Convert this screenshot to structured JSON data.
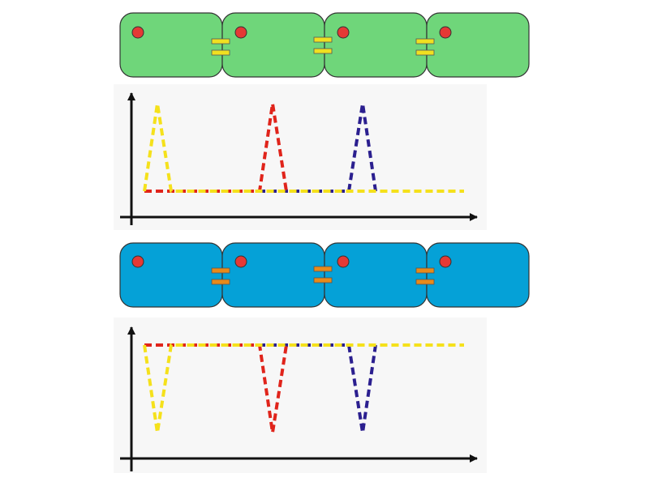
{
  "palette": {
    "panel_bg": "#f7f7f7",
    "axis": "#111111",
    "cell_outline": "#333333",
    "nucleus": "#e53935",
    "trace_yellow": "#f5e11b",
    "trace_red": "#e0241b",
    "trace_blue": "#2b1f8f"
  },
  "rows": [
    {
      "id": "top",
      "cell_fill": "#6fd67a",
      "junction_color": "#f0e020",
      "cell_count": 4,
      "trace_polarity": "up",
      "peaks": [
        {
          "color": "yellow",
          "order": 1
        },
        {
          "color": "red",
          "order": 2
        },
        {
          "color": "blue",
          "order": 3
        }
      ]
    },
    {
      "id": "bottom",
      "cell_fill": "#05a1d7",
      "junction_color": "#e88a1a",
      "cell_count": 4,
      "trace_polarity": "down",
      "peaks": [
        {
          "color": "yellow",
          "order": 1
        },
        {
          "color": "red",
          "order": 2
        },
        {
          "color": "blue",
          "order": 3
        }
      ]
    }
  ]
}
